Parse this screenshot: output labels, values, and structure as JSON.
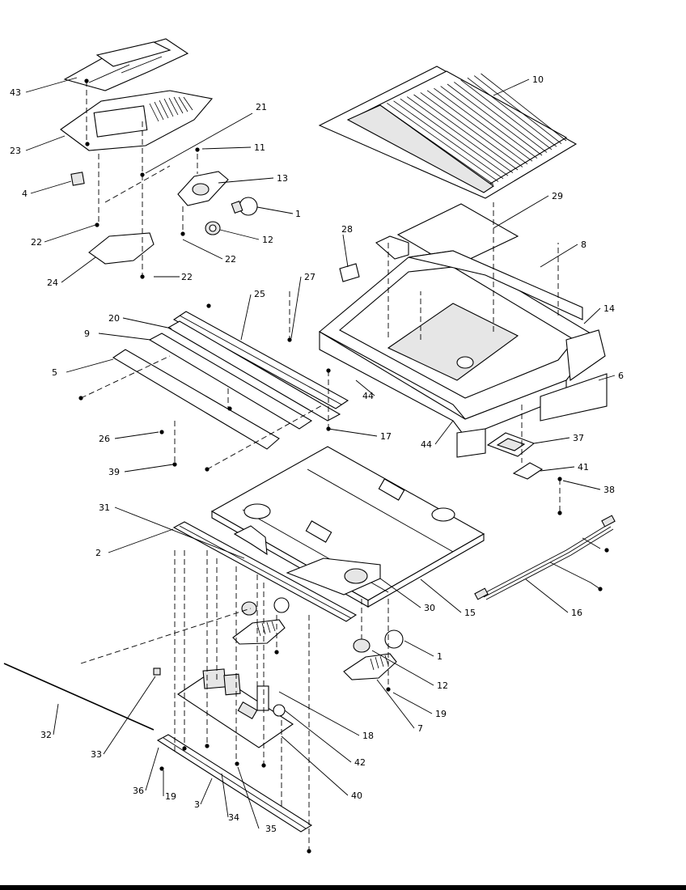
{
  "callouts": [
    {
      "id": "43",
      "text": "43"
    },
    {
      "id": "23",
      "text": "23"
    },
    {
      "id": "4",
      "text": "4"
    },
    {
      "id": "22a",
      "text": "22"
    },
    {
      "id": "24",
      "text": "24"
    },
    {
      "id": "22b",
      "text": "22"
    },
    {
      "id": "21",
      "text": "21"
    },
    {
      "id": "11",
      "text": "11"
    },
    {
      "id": "13",
      "text": "13"
    },
    {
      "id": "1a",
      "text": "1"
    },
    {
      "id": "12a",
      "text": "12"
    },
    {
      "id": "22c",
      "text": "22"
    },
    {
      "id": "10",
      "text": "10"
    },
    {
      "id": "29",
      "text": "29"
    },
    {
      "id": "28",
      "text": "28"
    },
    {
      "id": "8",
      "text": "8"
    },
    {
      "id": "14",
      "text": "14"
    },
    {
      "id": "6",
      "text": "6"
    },
    {
      "id": "27",
      "text": "27"
    },
    {
      "id": "25",
      "text": "25"
    },
    {
      "id": "20",
      "text": "20"
    },
    {
      "id": "9",
      "text": "9"
    },
    {
      "id": "5",
      "text": "5"
    },
    {
      "id": "26",
      "text": "26"
    },
    {
      "id": "39",
      "text": "39"
    },
    {
      "id": "17",
      "text": "17"
    },
    {
      "id": "44a",
      "text": "44"
    },
    {
      "id": "44b",
      "text": "44"
    },
    {
      "id": "37",
      "text": "37"
    },
    {
      "id": "41",
      "text": "41"
    },
    {
      "id": "38",
      "text": "38"
    },
    {
      "id": "31",
      "text": "31"
    },
    {
      "id": "2",
      "text": "2"
    },
    {
      "id": "15",
      "text": "15"
    },
    {
      "id": "16",
      "text": "16"
    },
    {
      "id": "30",
      "text": "30"
    },
    {
      "id": "1b",
      "text": "1"
    },
    {
      "id": "12b",
      "text": "12"
    },
    {
      "id": "19a",
      "text": "19"
    },
    {
      "id": "7",
      "text": "7"
    },
    {
      "id": "18",
      "text": "18"
    },
    {
      "id": "42",
      "text": "42"
    },
    {
      "id": "40",
      "text": "40"
    },
    {
      "id": "32",
      "text": "32"
    },
    {
      "id": "33",
      "text": "33"
    },
    {
      "id": "36",
      "text": "36"
    },
    {
      "id": "19b",
      "text": "19"
    },
    {
      "id": "3",
      "text": "3"
    },
    {
      "id": "34",
      "text": "34"
    },
    {
      "id": "35",
      "text": "35"
    }
  ]
}
